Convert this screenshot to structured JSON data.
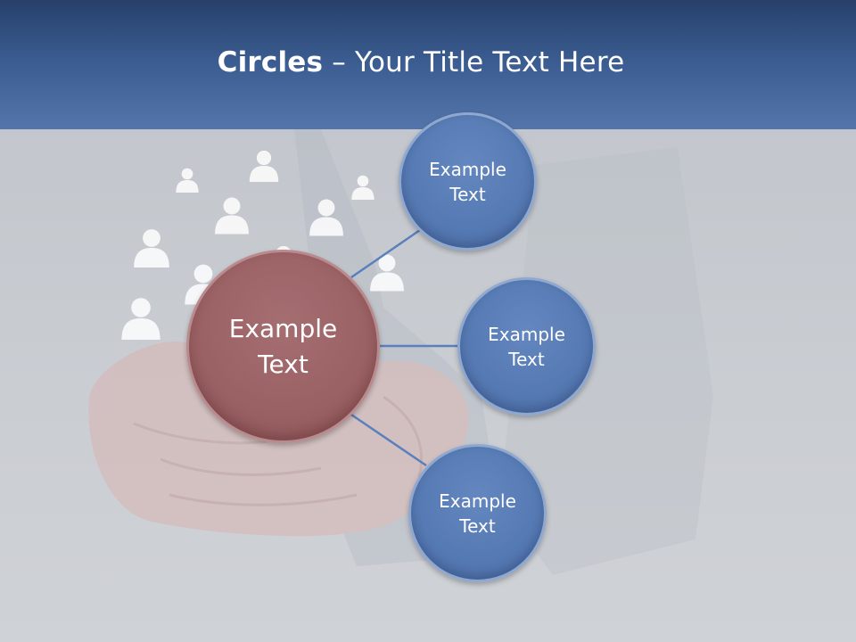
{
  "slide": {
    "title_bold": "Circles",
    "title_rest": " – Your Title Text Here"
  },
  "diagram": {
    "center": {
      "line1": "Example",
      "line2": "Text"
    },
    "nodes": [
      {
        "line1": "Example",
        "line2": "Text"
      },
      {
        "line1": "Example",
        "line2": "Text"
      },
      {
        "line1": "Example",
        "line2": "Text"
      }
    ]
  },
  "colors": {
    "header": "#3a5b8f",
    "center_circle": "#9a6164",
    "node_circle": "#5579b2",
    "connector": "#5a7fbd"
  }
}
